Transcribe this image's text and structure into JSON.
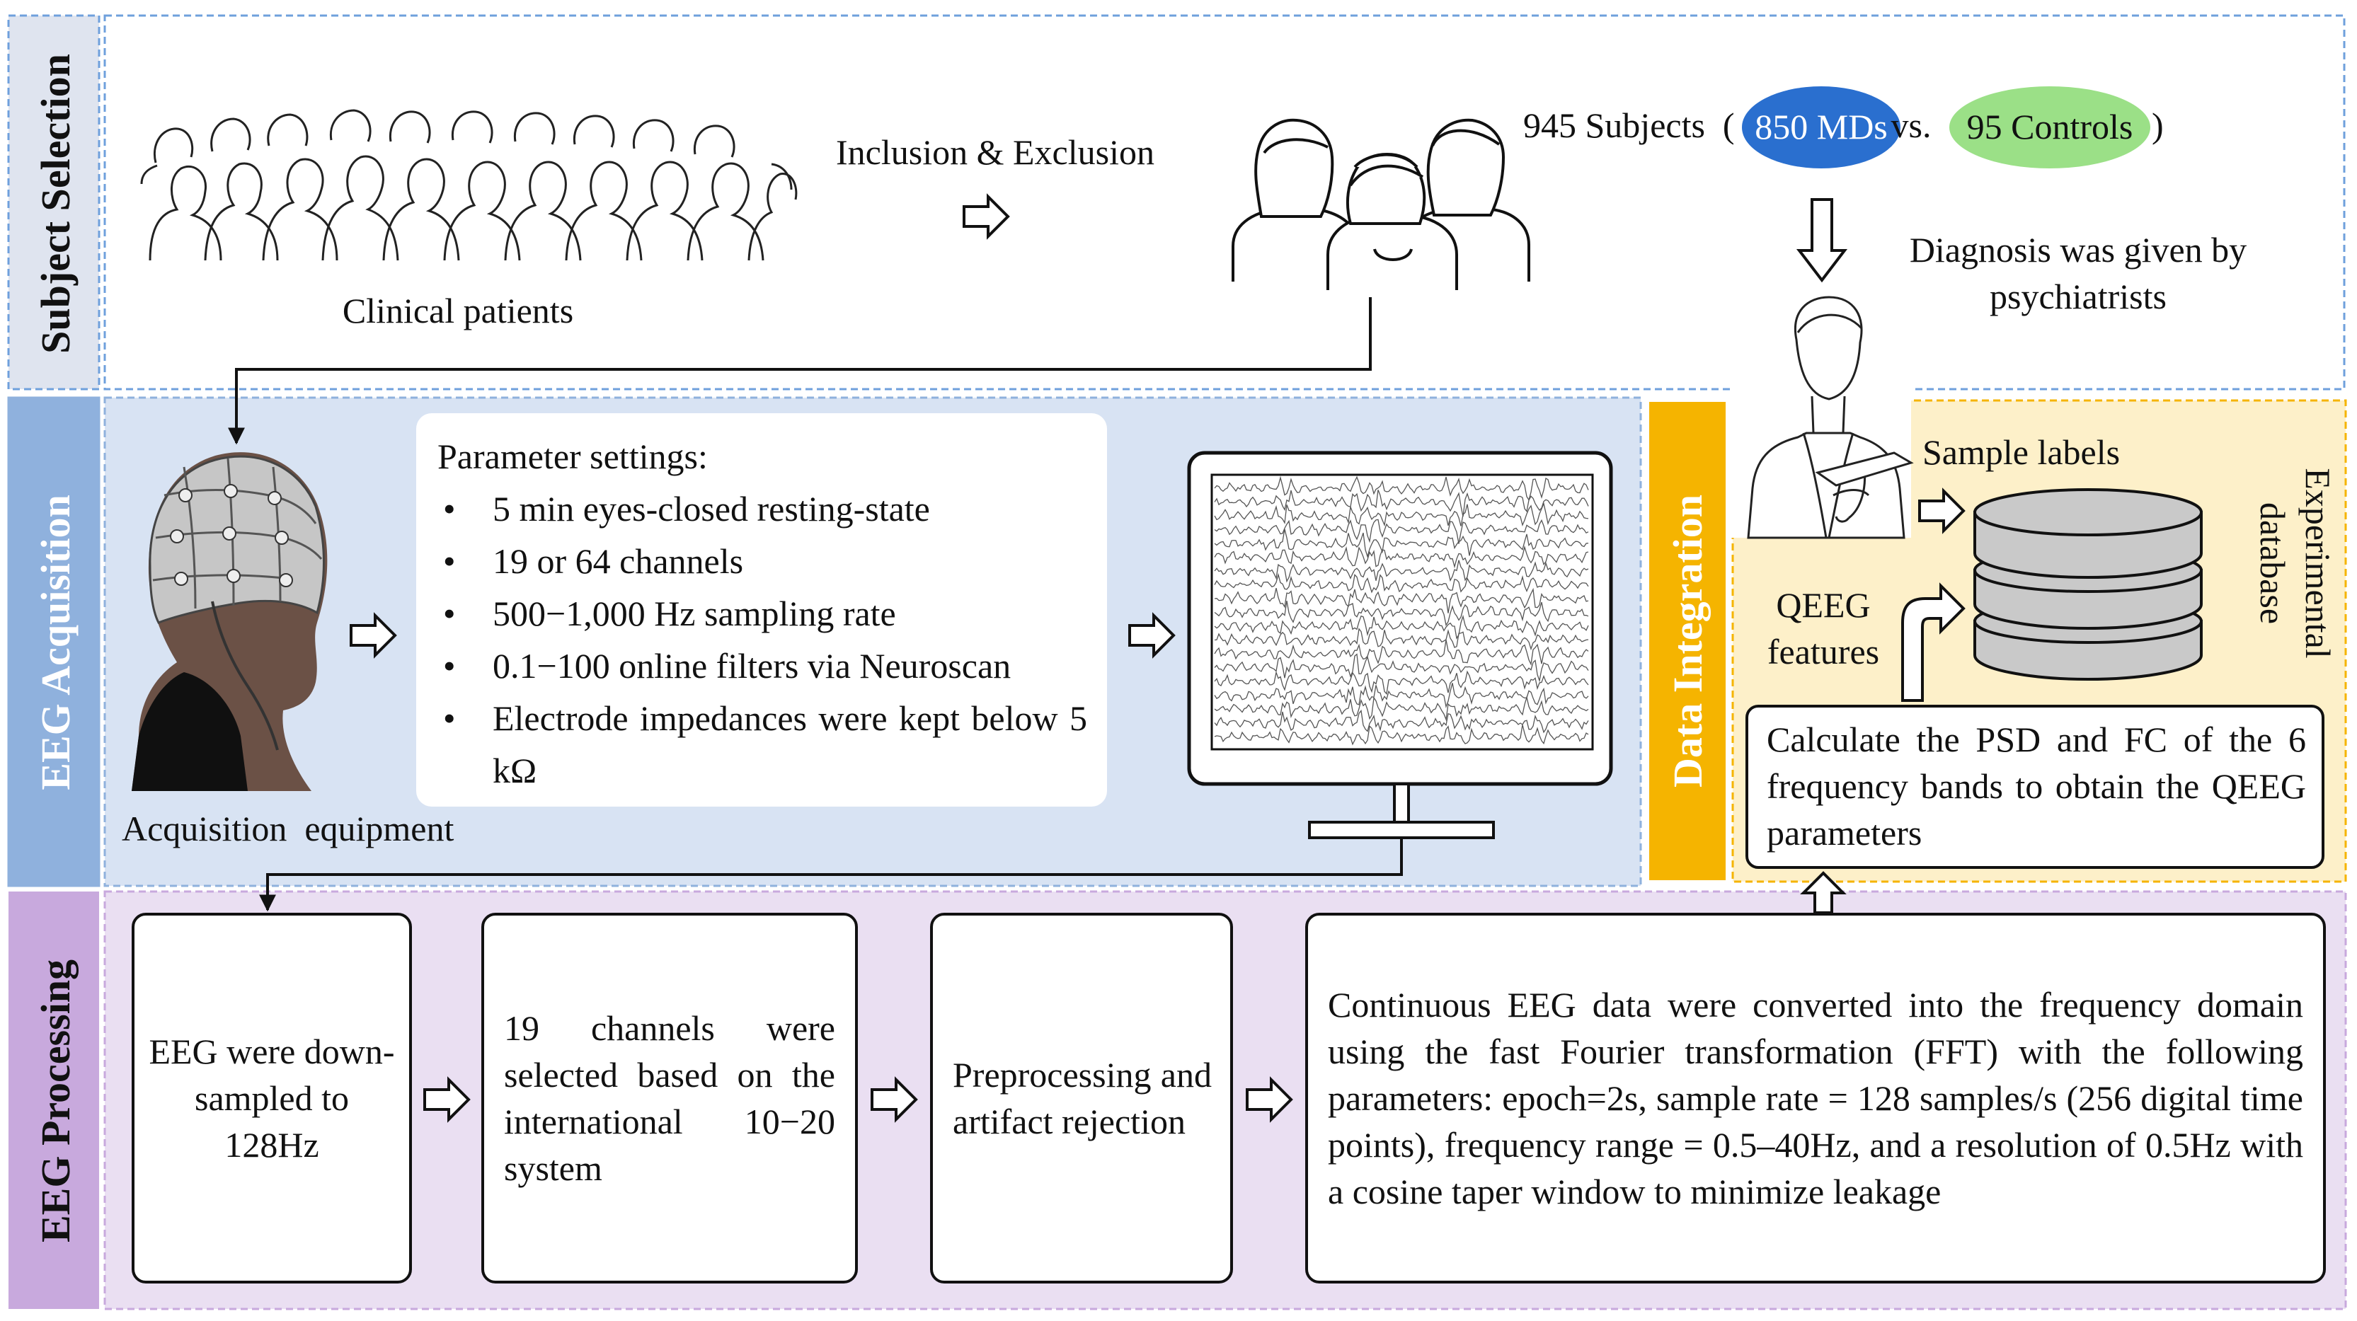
{
  "sections": {
    "subject_selection": "Subject Selection",
    "eeg_acquisition": "EEG Acquisition",
    "eeg_processing": "EEG Processing",
    "data_integration": "Data Integration"
  },
  "subject": {
    "crowd_caption": "Clinical patients",
    "inclusion_label": "Inclusion  & Exclusion",
    "subjects_prefix": "945 Subjects  (",
    "mds_label": "850 MDs",
    "vs_label": "vs.",
    "controls_label": "95 Controls",
    "subjects_suffix": ")",
    "diagnosis_line1": "Diagnosis was given by",
    "diagnosis_line2": "psychiatrists"
  },
  "acquisition": {
    "equipment_caption": "Acquisition  equipment",
    "params_title": "Parameter settings:",
    "params": [
      "5 min eyes-closed resting-state",
      "19 or 64 channels",
      "500−1,000 Hz sampling rate",
      "0.1−100 online filters via Neuroscan",
      "Electrode  impedances  were  kept below 5 kΩ"
    ]
  },
  "integration": {
    "sample_labels": "Sample labels",
    "qeeg_line1": "QEEG",
    "qeeg_line2": "features",
    "db_line1": "Experimental",
    "db_line2": "database",
    "calc_text": "Calculate the PSD and FC of the 6 frequency bands to obtain the QEEG parameters"
  },
  "processing": {
    "step1": "EEG were down-sampled to 128Hz",
    "step2": "19 channels were selected based on the international 10−20 system",
    "step3": "Preprocessing and artifact rejection",
    "step4": "Continuous EEG data were converted into the frequency domain using the fast Fourier transformation (FFT) with the following parameters: epoch=2s, sample rate = 128 samples/s (256 digital time points), frequency range = 0.5–40Hz, and a resolution of 0.5Hz with a cosine taper window to minimize leakage"
  },
  "colors": {
    "subject_tab": "#dfe4ef",
    "acq_tab": "#8fb1dd",
    "acq_panel": "#d8e3f3",
    "proc_tab": "#c8a9dd",
    "proc_panel": "#eadff2",
    "integ_tab": "#f5b400",
    "integ_panel": "#fdf0c9",
    "mds_ellipse": "#2a6fcf",
    "controls_ellipse": "#9be087",
    "border_dashed": "#6fa0dc"
  }
}
